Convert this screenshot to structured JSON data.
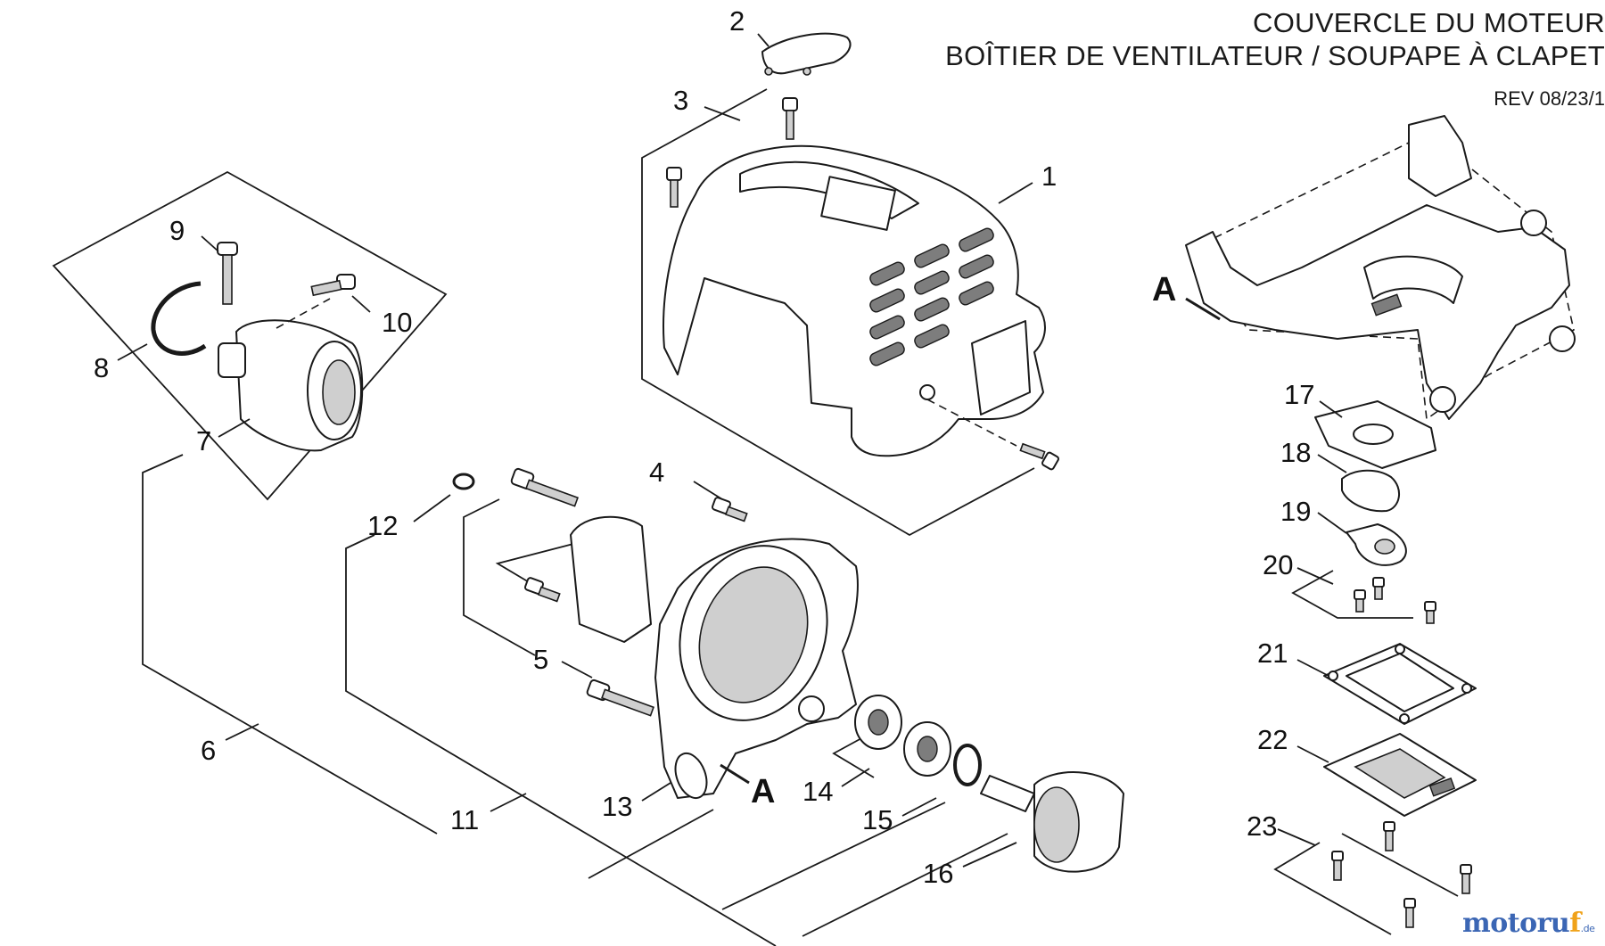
{
  "title": {
    "line1": "COUVERCLE DU MOTEUR",
    "line2": "BOÎTIER DE VENTILATEUR / SOUPAPE À CLAPET",
    "revision": "REV 08/23/1"
  },
  "part_numbers": [
    "1",
    "2",
    "3",
    "4",
    "5",
    "6",
    "7",
    "8",
    "9",
    "10",
    "11",
    "12",
    "13",
    "14",
    "15",
    "16",
    "17",
    "18",
    "19",
    "20",
    "21",
    "22",
    "23"
  ],
  "reference_marks": [
    "A",
    "A"
  ],
  "watermark": {
    "brand_blue": "motoru",
    "brand_orange": "f",
    "suffix": ".de"
  },
  "colors": {
    "ink": "#1a1a1a",
    "watermark_blue": "#3b66b4",
    "watermark_orange": "#f0a21a"
  }
}
